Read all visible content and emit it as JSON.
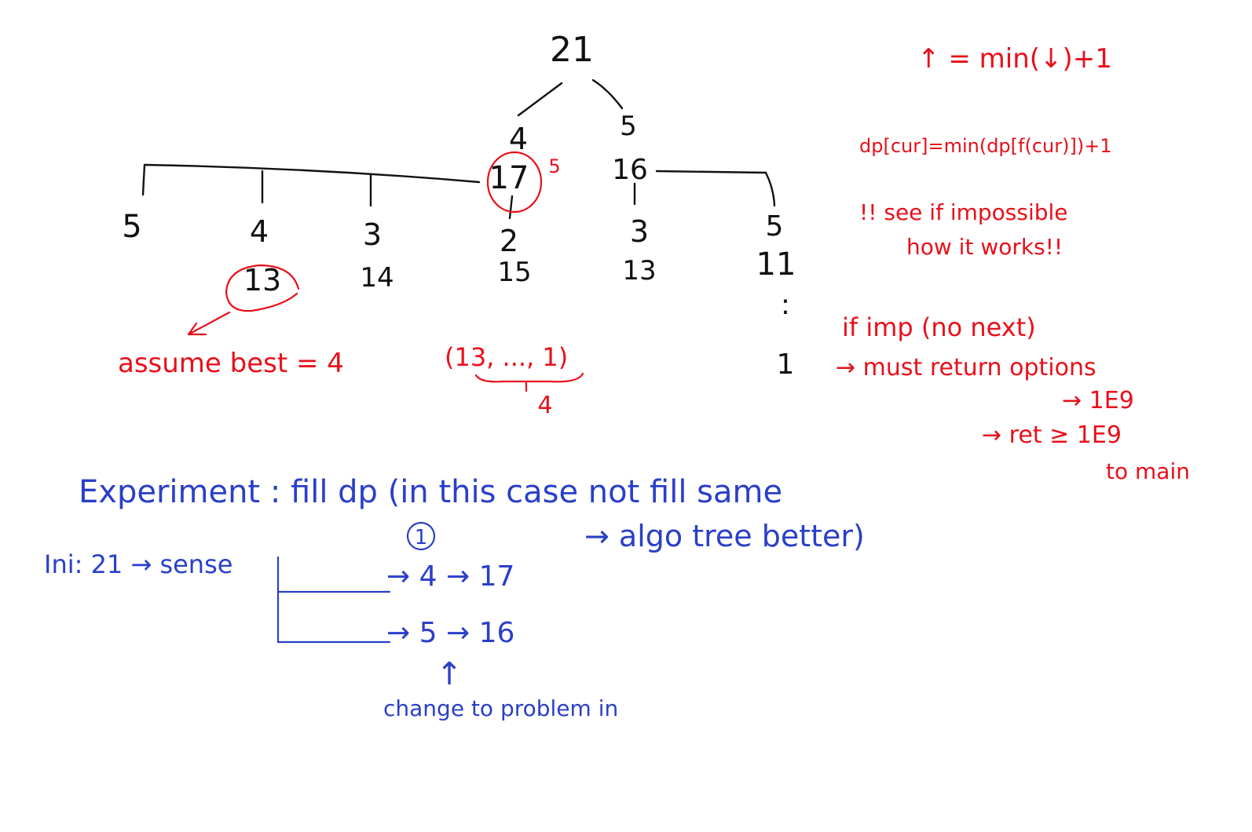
{
  "tree": {
    "root": "21",
    "level1_left": "4",
    "level1_right": "5",
    "node_17": "17",
    "node_16": "16",
    "branch_5": "5",
    "leaf_5": "5",
    "leaf_4": "4",
    "leaf_3": "3",
    "leaf_2": "2",
    "leaf_3b": "3",
    "leaf_5b": "5",
    "val_13": "13",
    "val_14": "14",
    "val_15": "15",
    "val_13b": "13",
    "val_11": "11",
    "dots": ":",
    "val_1": "1"
  },
  "notes_red": {
    "formula1": "↑ = min(↓)+1",
    "formula2": "dp[cur]=min(dp[f(cur)])+1",
    "warn_line1": "!! see if impossible",
    "warn_line2": "how it works!!",
    "assume": "assume best = 4",
    "tuple": "(13, ..., 1)",
    "four": "4",
    "if_imp": "if imp (no next)",
    "must_return": "→ must return options",
    "ge1": "→ 1E9",
    "ret": "→ ret ≥ 1E9",
    "to_main": "to main"
  },
  "notes_blue": {
    "experiment": "Experiment : fill dp (in this case not fill same",
    "algo": "→ algo tree better)",
    "one": "1",
    "ini": "Ini: 21 → sense",
    "row1": "→ 4 → 17",
    "row2": "→ 5 → 16",
    "arrow_up": "↑",
    "change": "change to problem in"
  },
  "colors": {
    "black": "#111111",
    "red": "#e8101a",
    "blue": "#2a3fc8"
  }
}
